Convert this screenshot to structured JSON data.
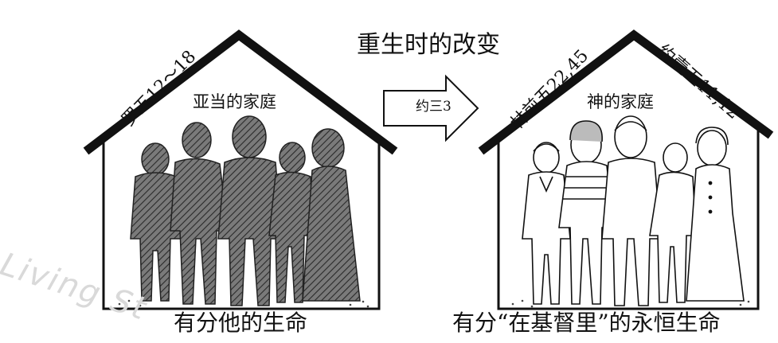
{
  "title": "重生时的改变",
  "left_house": {
    "title": "亚当的家庭",
    "verse": "罗五12～18",
    "caption": "有分他的生命"
  },
  "arrow": {
    "label": "约三3"
  },
  "right_house": {
    "title": "神的家庭",
    "verse_left": "林前五22,45",
    "verse_right": "约壹五11,12",
    "caption": "有分“在基督里”的永恒生命"
  },
  "watermark": "Living St",
  "colors": {
    "ink": "#111111",
    "shadow_fill": "#555555",
    "watermark": "#d9d9d9"
  }
}
